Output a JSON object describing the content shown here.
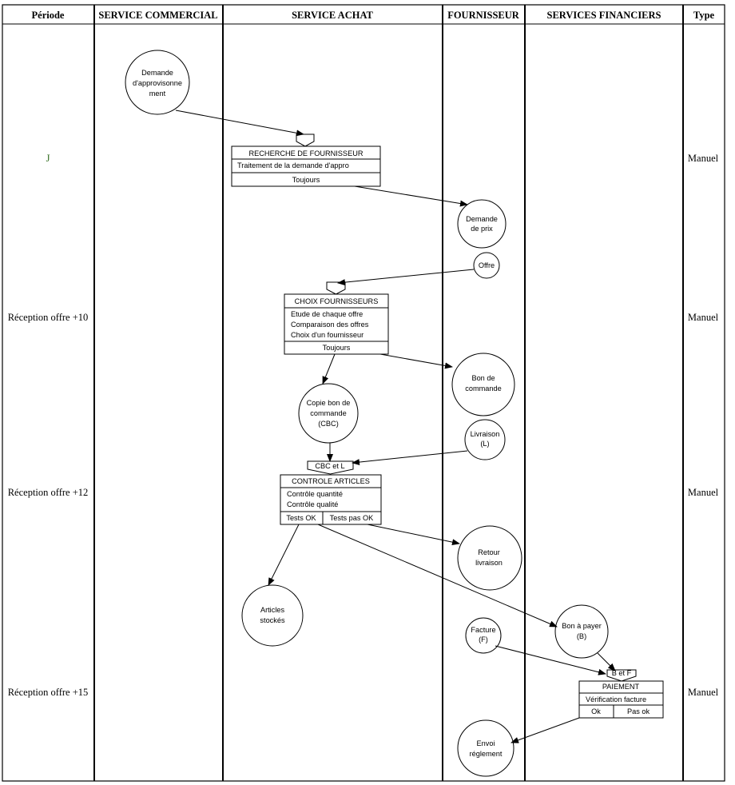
{
  "headers": {
    "periode": "Période",
    "commercial": "SERVICE COMMERCIAL",
    "achat": "SERVICE ACHAT",
    "fournisseur": "FOURNISSEUR",
    "financiers": "SERVICES FINANCIERS",
    "type": "Type"
  },
  "periods": [
    "J",
    "Réception offre +10",
    "Réception offre +12",
    "Réception offre +15"
  ],
  "types": [
    "Manuel",
    "Manuel",
    "Manuel",
    "Manuel"
  ],
  "events": {
    "demande_appro": [
      "Demande",
      "d'approvisonne",
      "ment"
    ],
    "demande_prix": [
      "Demande",
      "de prix"
    ],
    "offre": [
      "Offre"
    ],
    "bon_commande": [
      "Bon de",
      "commande"
    ],
    "copie_bon": [
      "Copie bon de",
      "commande",
      "(CBC)"
    ],
    "livraison": [
      "Livraison",
      "(L)"
    ],
    "retour": [
      "Retour",
      "livraison"
    ],
    "articles": [
      "Articles",
      "stockés"
    ],
    "facture": [
      "Facture",
      "(F)"
    ],
    "bon_payer": [
      "Bon à payer",
      "(B)"
    ],
    "envoi": [
      "Envoi",
      "réglement"
    ]
  },
  "operations": {
    "recherche": {
      "title": "RECHERCHE DE FOURNISSEUR",
      "tasks": [
        "Traitement de la demande d'appro"
      ],
      "outputs": [
        "Toujours"
      ]
    },
    "choix": {
      "title": "CHOIX FOURNISSEURS",
      "tasks": [
        "Etude de chaque offre",
        "Comparaison des offres",
        "Choix d'un fournisseur"
      ],
      "outputs": [
        "Toujours"
      ]
    },
    "controle": {
      "sync": "CBC et L",
      "title": "CONTROLE ARTICLES",
      "tasks": [
        "Contrôle quantité",
        "Contrôle qualité"
      ],
      "outputs": [
        "Tests OK",
        "Tests pas OK"
      ]
    },
    "paiement": {
      "sync": "B et F",
      "title": "PAIEMENT",
      "tasks": [
        "Vérification facture"
      ],
      "outputs": [
        "Ok",
        "Pas ok"
      ]
    }
  }
}
